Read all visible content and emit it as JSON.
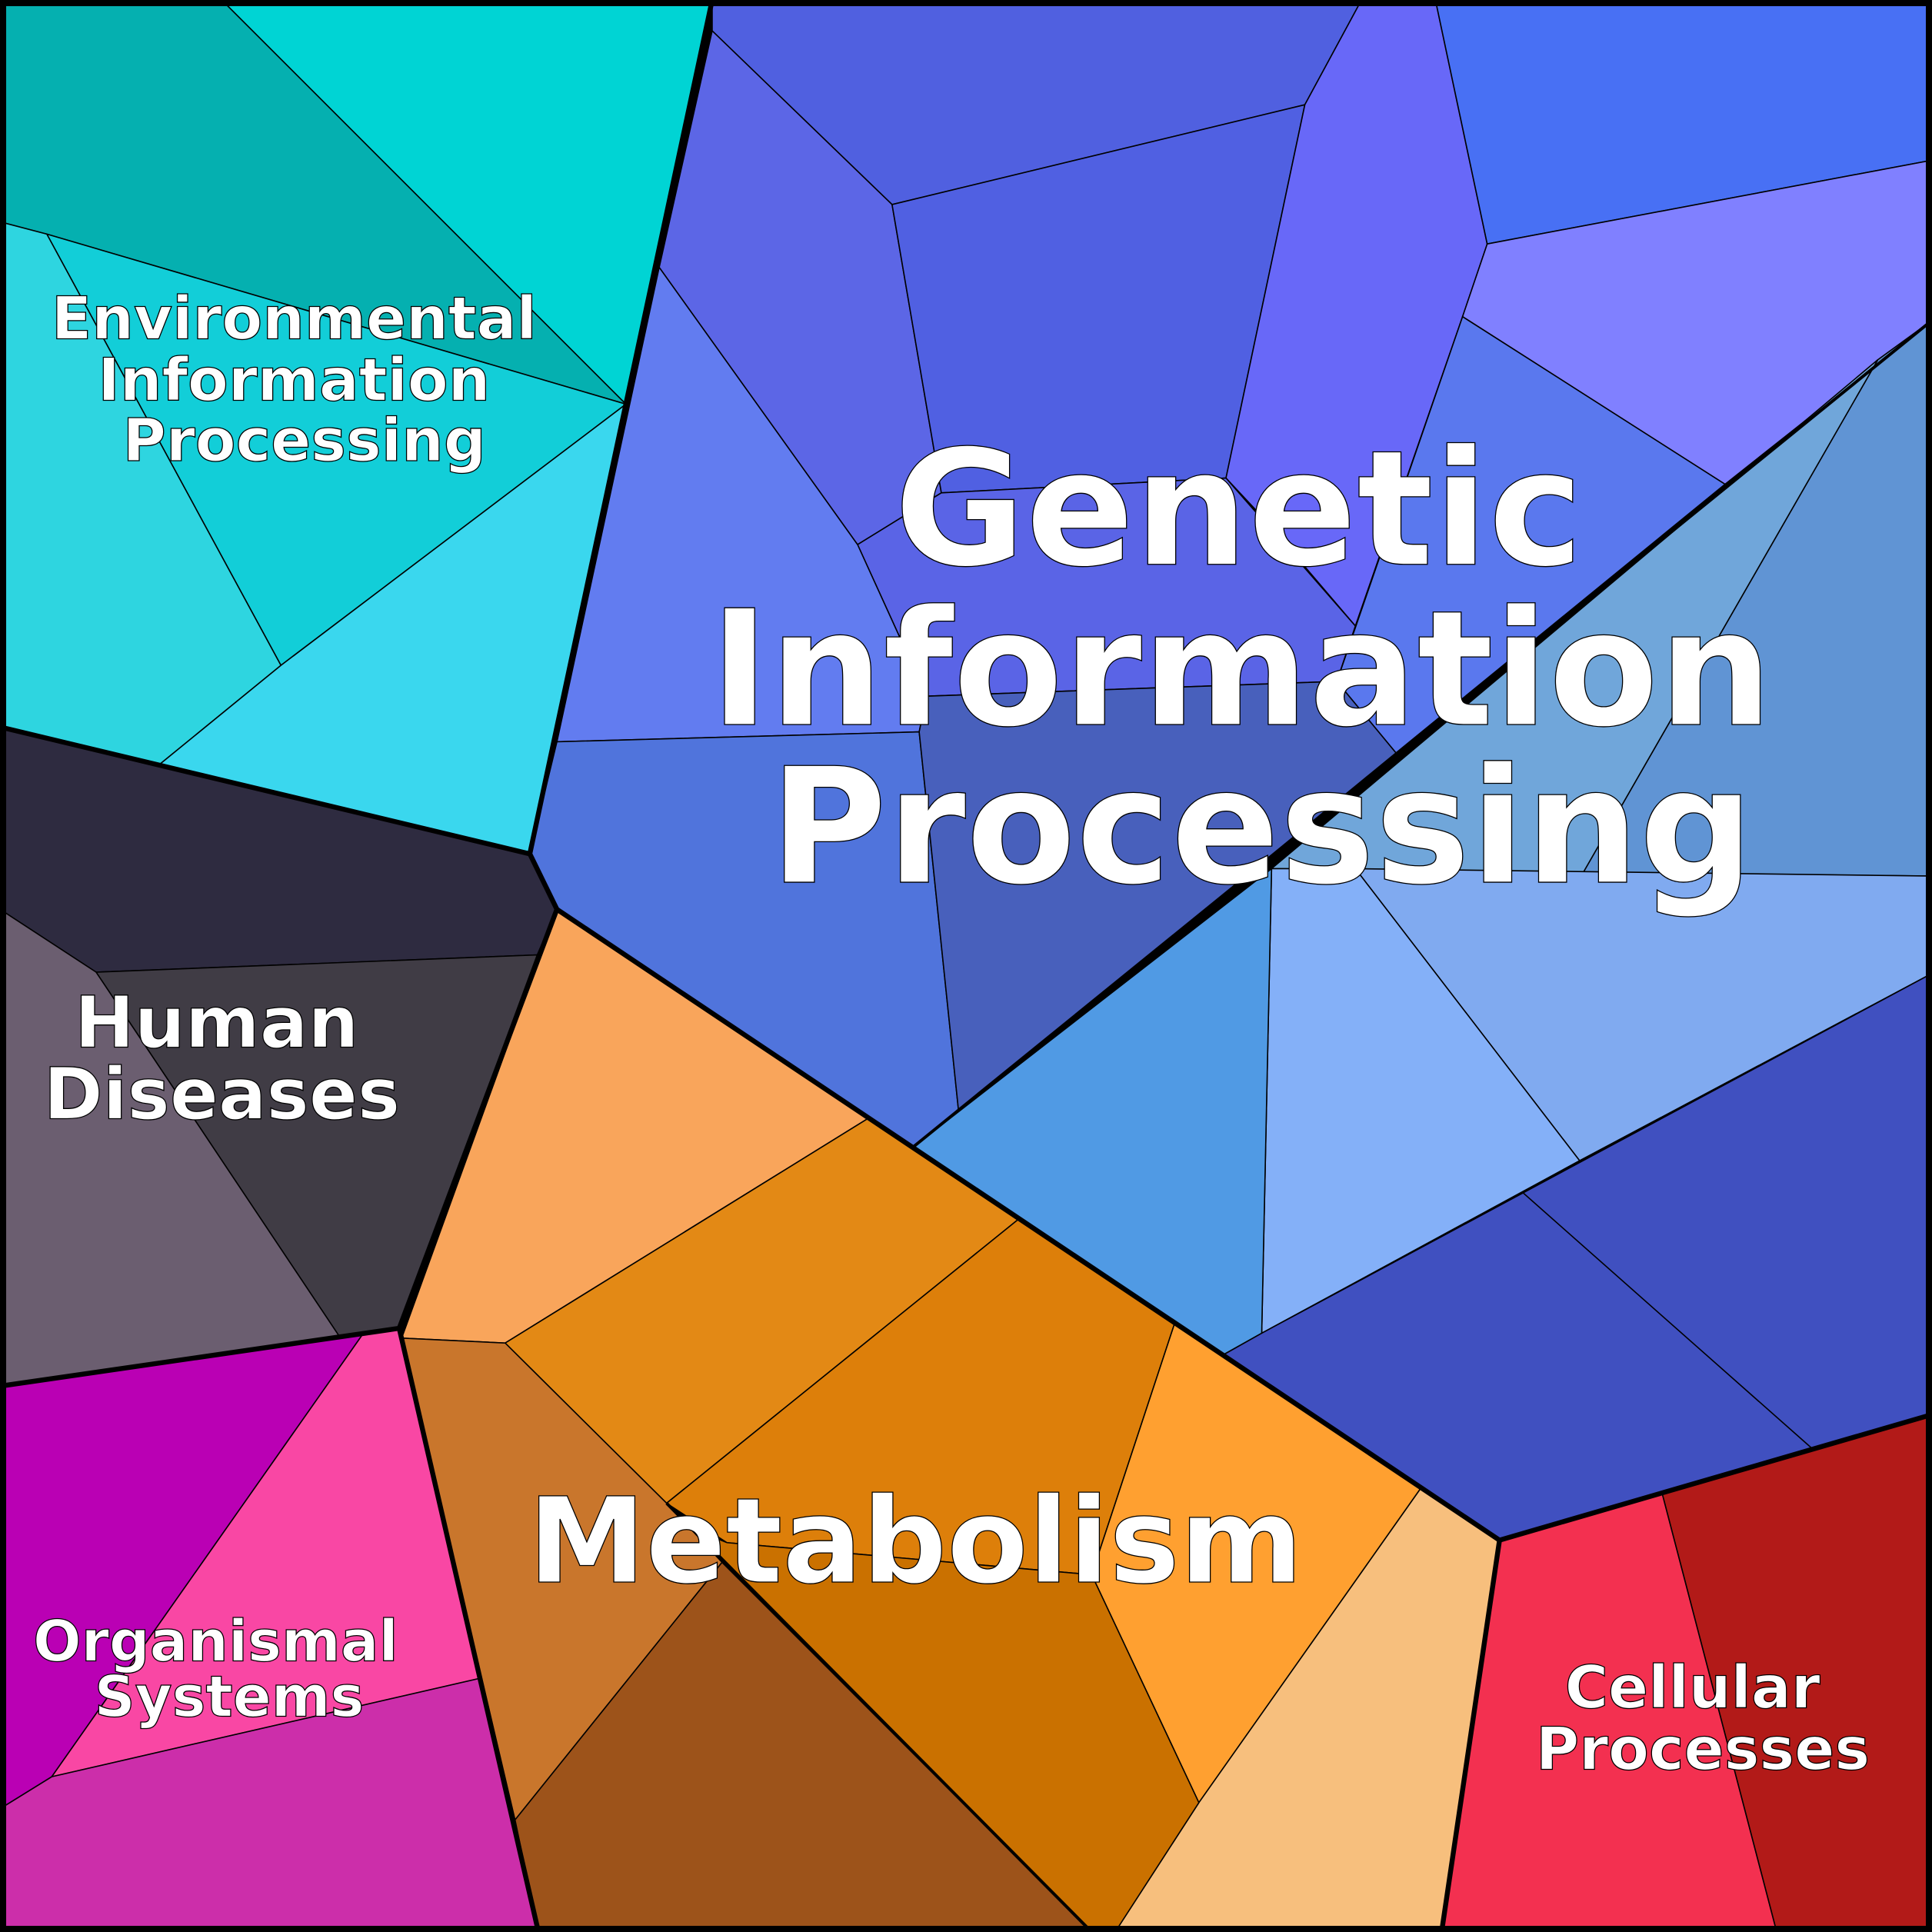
{
  "title": "Voronoi treemap of KEGG pathway categories",
  "categories": [
    {
      "label_lines": [
        "Genetic",
        "Information",
        "Processing"
      ],
      "color": "#5060E0"
    },
    {
      "label_lines": [
        "Metabolism"
      ],
      "color": "#E38915"
    },
    {
      "label_lines": [
        "Environmental",
        "Information",
        "Processing"
      ],
      "color": "#12CED8"
    },
    {
      "label_lines": [
        "Human",
        "Diseases"
      ],
      "color": "#403C45"
    },
    {
      "label_lines": [
        "Organismal",
        "Systems"
      ],
      "color": "#F947A4"
    },
    {
      "label_lines": [
        "Cellular",
        "Processes"
      ],
      "color": "#F33050"
    }
  ]
}
